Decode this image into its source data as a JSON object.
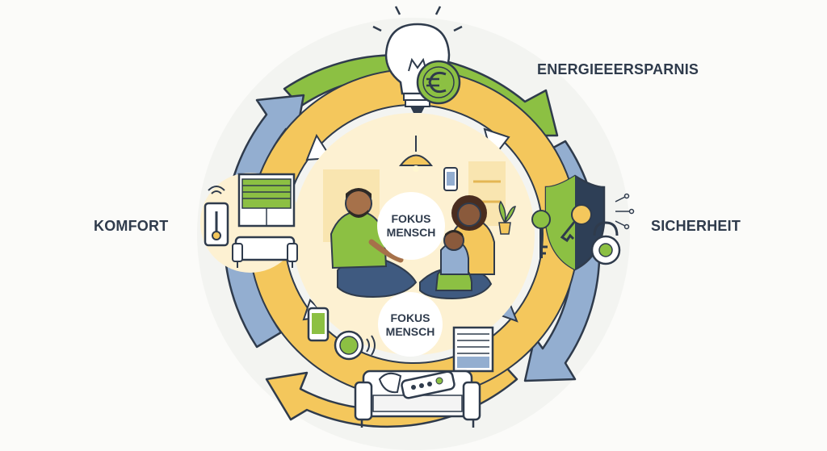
{
  "labels": {
    "energy": "ENERGIEEERSPARNIS",
    "comfort": "KOMFORT",
    "security": "SICHERHEIT"
  },
  "center": {
    "top_line1": "FOKUS",
    "top_line2": "MENSCH",
    "bottom_line1": "FOKUS",
    "bottom_line2": "MENSCH"
  },
  "colors": {
    "green": "#8cc043",
    "yellow": "#f4c75c",
    "blue": "#93aed0",
    "navy": "#2f3b4c",
    "shield_dark": "#2e3f56"
  },
  "icons": [
    "light-bulb-icon",
    "euro-coin-icon",
    "shield-icon",
    "key-icon",
    "padlock-icon",
    "thermometer-icon",
    "window-blind-icon",
    "sofa-icon",
    "remote-control-icon",
    "smartphone-icon",
    "thermostat-icon",
    "ceiling-lamp-icon"
  ]
}
